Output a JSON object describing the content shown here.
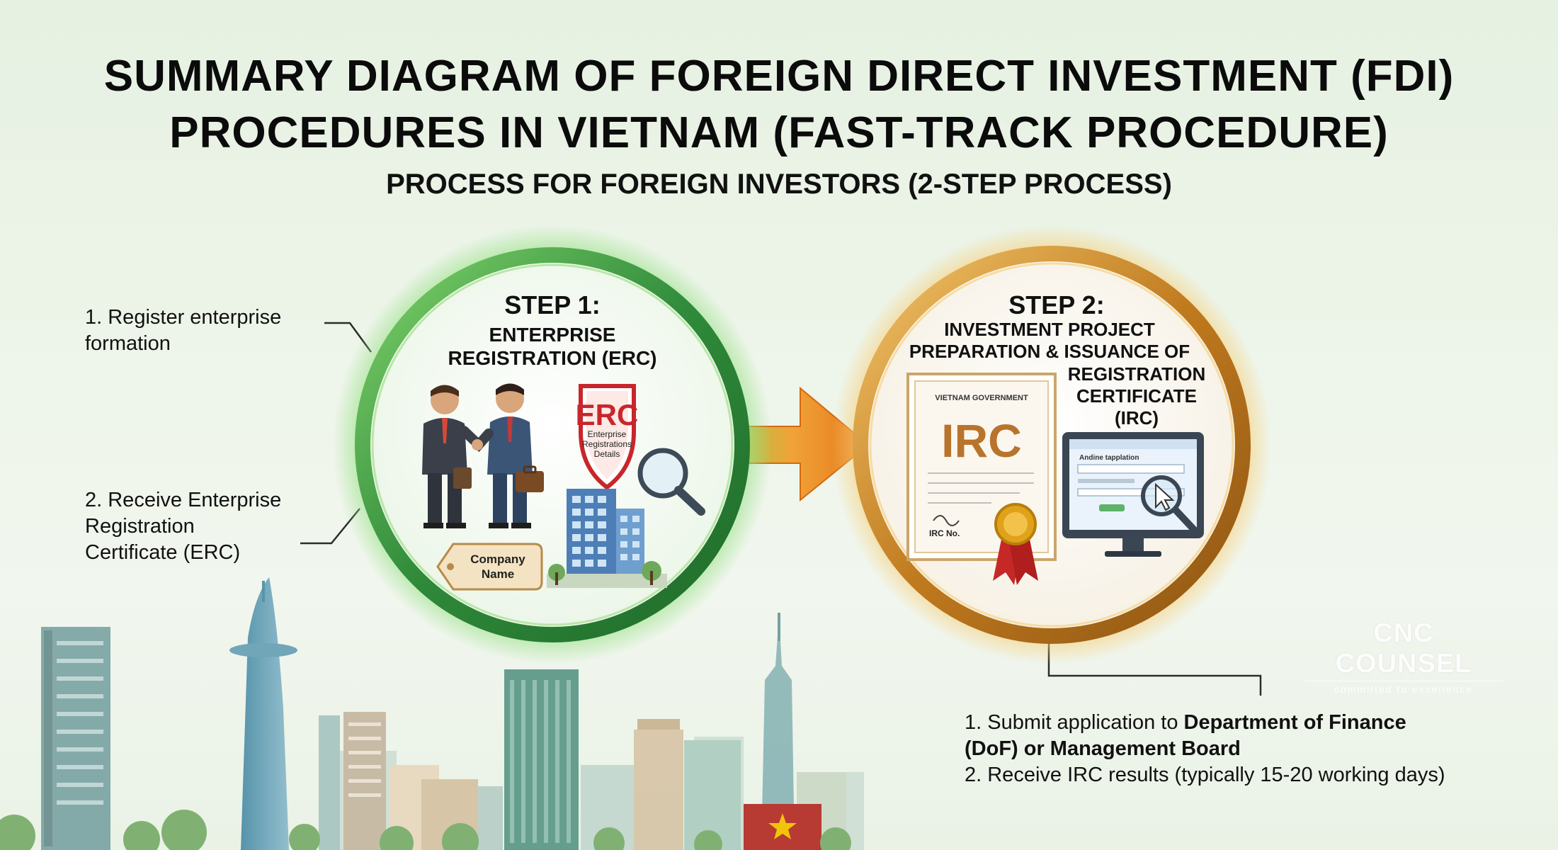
{
  "header": {
    "title_line1": "SUMMARY DIAGRAM OF FOREIGN DIRECT INVESTMENT (FDI)",
    "title_line2": "PROCEDURES IN VIETNAM (FAST-TRACK PROCEDURE)",
    "subtitle": "PROCESS FOR FOREIGN INVESTORS (2-STEP PROCESS)"
  },
  "step1": {
    "label": "STEP 1:",
    "subtitle_line1": "ENTERPRISE",
    "subtitle_line2": "REGISTRATION (ERC)",
    "notes": [
      {
        "line1": "1. Register enterprise",
        "line2": "formation"
      },
      {
        "line1": "2. Receive Enterprise",
        "line2": "Registration",
        "line3": "Certificate (ERC)"
      }
    ],
    "shield": {
      "code": "ERC",
      "line1": "Enterprise",
      "line2": "Registrations",
      "line3": "Details"
    },
    "tag": {
      "line1": "Company",
      "line2": "Name"
    }
  },
  "step2": {
    "label": "STEP 2:",
    "subtitle_lines": [
      "INVESTMENT PROJECT",
      "PREPARATION & ISSUANCE OF",
      "REGISTRATION",
      "CERTIFICATE",
      "(IRC)"
    ],
    "certificate": {
      "header": "VIETNAM GOVERNMENT",
      "code": "IRC",
      "number": "IRC No."
    },
    "monitor": {
      "line1": "Andine tapplation"
    },
    "notes": {
      "line1_prefix": "1. Submit application to ",
      "line1_bold": "Department of Finance",
      "line2_bold": "(DoF) or Management Board",
      "line3": "2. Receive IRC results (typically 15-20 working days)"
    }
  },
  "brand": {
    "name": "CNC COUNSEL",
    "tagline": "committed to excellence"
  },
  "colors": {
    "step1_ring": "#2f8a3a",
    "step1_glow": "#7fd26a",
    "step2_ring": "#c07a1e",
    "step2_glow": "#f2c46a",
    "arrow": "#e57a12",
    "shield_red": "#c8262b",
    "ribbon_red": "#c62828",
    "seal_gold": "#e0a21a"
  },
  "icons": [
    "handshake-icon",
    "briefcase-icon",
    "shield-icon",
    "magnifier-icon",
    "building-icon",
    "tag-icon",
    "certificate-icon",
    "seal-icon",
    "monitor-icon",
    "cursor-icon",
    "star-flag-icon"
  ]
}
